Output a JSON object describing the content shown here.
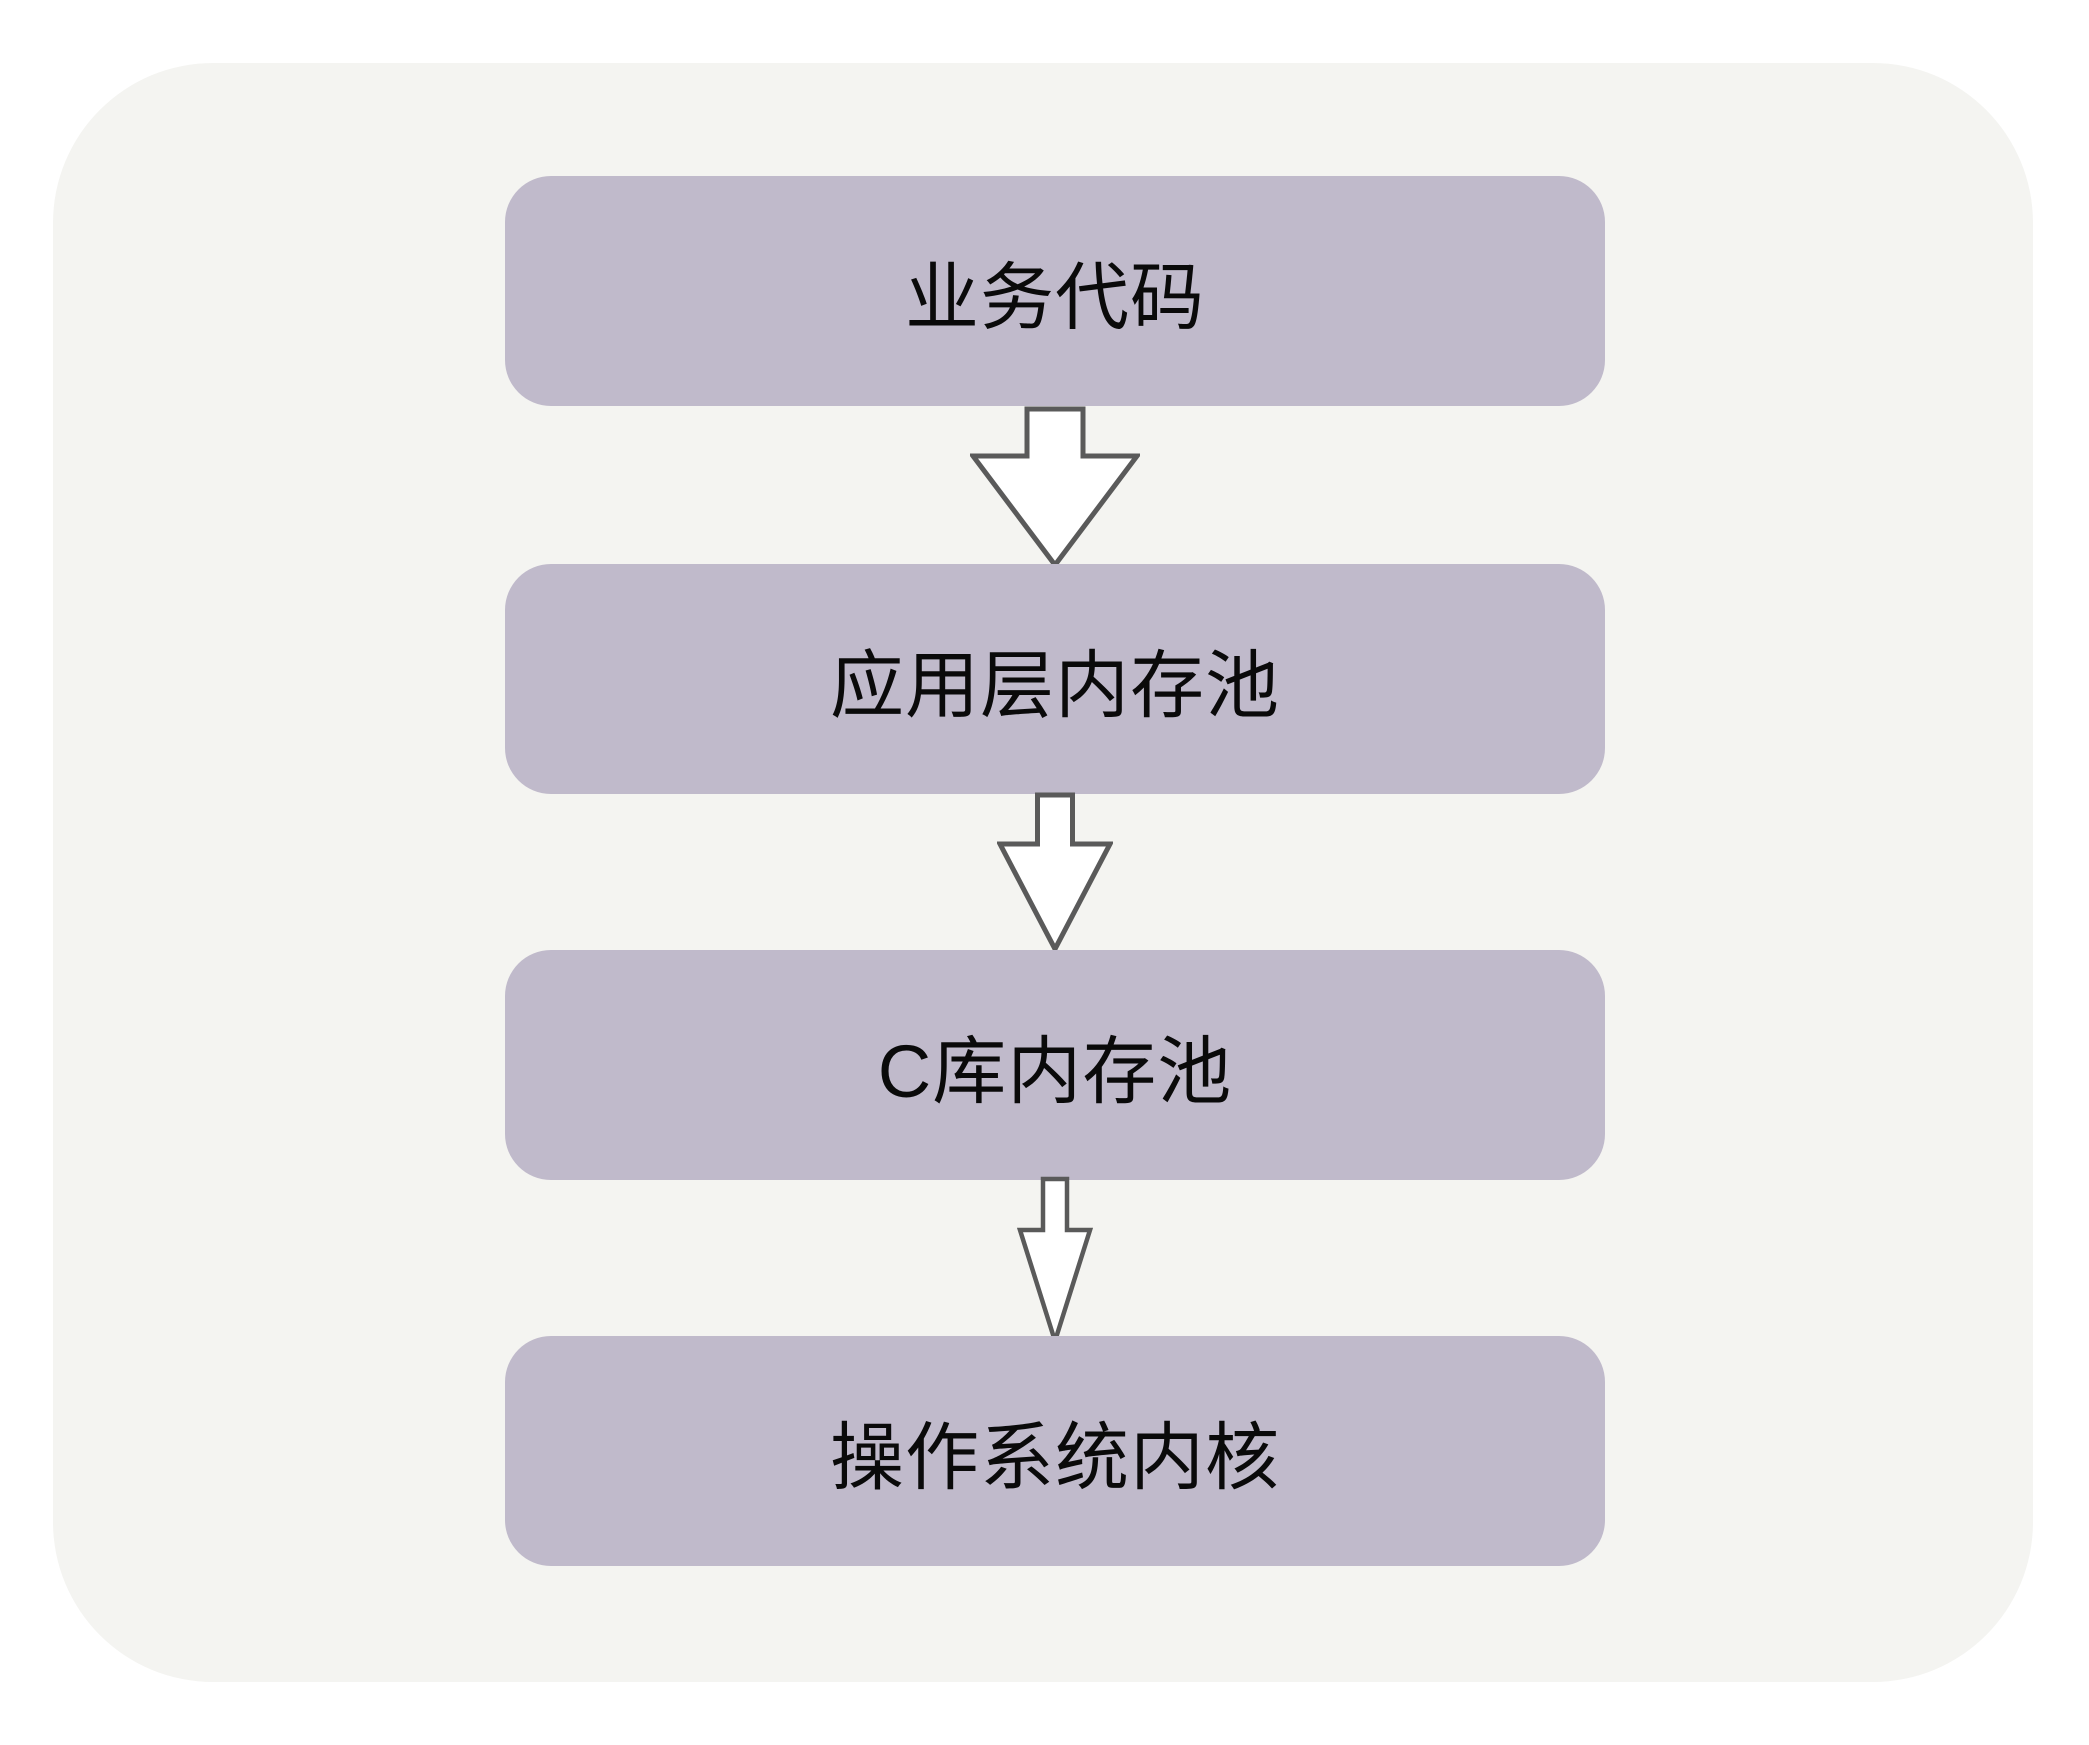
{
  "diagram": {
    "nodes": [
      {
        "id": "business-code",
        "label": "业务代码"
      },
      {
        "id": "app-layer-memory-pool",
        "label": "应用层内存池"
      },
      {
        "id": "c-library-memory-pool",
        "label": "C库内存池"
      },
      {
        "id": "os-kernel",
        "label": "操作系统内核"
      }
    ],
    "edges": [
      {
        "from": "business-code",
        "to": "app-layer-memory-pool"
      },
      {
        "from": "app-layer-memory-pool",
        "to": "c-library-memory-pool"
      },
      {
        "from": "c-library-memory-pool",
        "to": "os-kernel"
      }
    ],
    "colors": {
      "page_background": "#FFFFFF",
      "panel_background": "#F4F4F1",
      "node_fill": "#C0BACB",
      "node_text": "#0A0A0A",
      "arrow_fill": "#FFFFFF",
      "arrow_outline": "#5A5A5A"
    }
  }
}
